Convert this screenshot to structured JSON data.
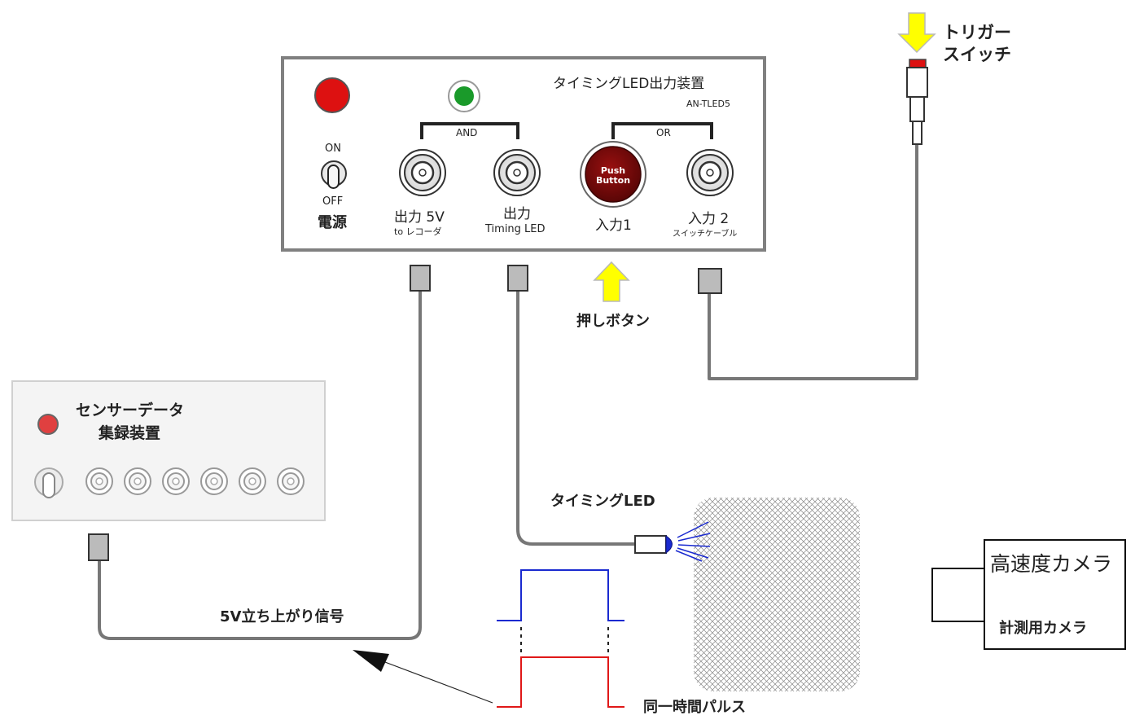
{
  "main_device": {
    "title": "タイミングLED出力装置",
    "model": "AN-TLED5",
    "power_on": "ON",
    "power_off": "OFF",
    "power_label": "電源",
    "and_label": "AND",
    "or_label": "OR",
    "out5v_label": "出力 5V",
    "out5v_sub": "to レコーダ",
    "outled_label": "出力",
    "outled_sub": "Timing LED",
    "push_line1": "Push",
    "push_line2": "Button",
    "in1_label": "入力1",
    "in2_label": "入力 2",
    "in2_sub": "スイッチケーブル"
  },
  "labels": {
    "push_button": "押しボタン",
    "trigger_line1": "トリガー",
    "trigger_line2": "スイッチ",
    "timing_led": "タイミングLED",
    "rising_signal": "5V立ち上がり信号",
    "same_time_pulse": "同一時間パルス"
  },
  "sensor": {
    "title_line1": "センサーデータ",
    "title_line2": "集録装置"
  },
  "camera": {
    "title": "高速度カメラ",
    "subtitle": "計測用カメラ"
  },
  "colors": {
    "cable": "#777777",
    "box_border": "#808080",
    "red_led": "#dd1111",
    "green_led": "#1a9a2a",
    "push_button": "#7a0a0a",
    "arrow_yellow": "#ffff00",
    "pulse_blue": "#1a2ad0",
    "pulse_red": "#e01818",
    "led_blue": "#1a2ad0"
  }
}
